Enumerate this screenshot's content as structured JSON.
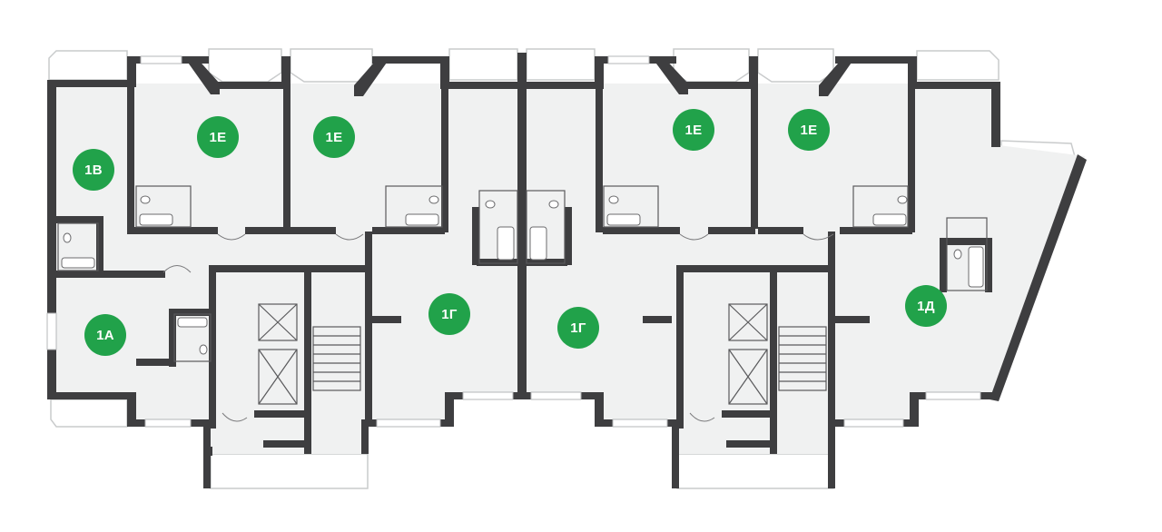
{
  "accent_color": "#21a24a",
  "apartments": [
    {
      "id": "apt-1v",
      "label": "1В"
    },
    {
      "id": "apt-1e-a",
      "label": "1Е"
    },
    {
      "id": "apt-1e-b",
      "label": "1Е"
    },
    {
      "id": "apt-1a",
      "label": "1А"
    },
    {
      "id": "apt-1g-a",
      "label": "1Г"
    },
    {
      "id": "apt-1g-b",
      "label": "1Г"
    },
    {
      "id": "apt-1e-c",
      "label": "1Е"
    },
    {
      "id": "apt-1e-d",
      "label": "1Е"
    },
    {
      "id": "apt-1d",
      "label": "1Д"
    }
  ]
}
